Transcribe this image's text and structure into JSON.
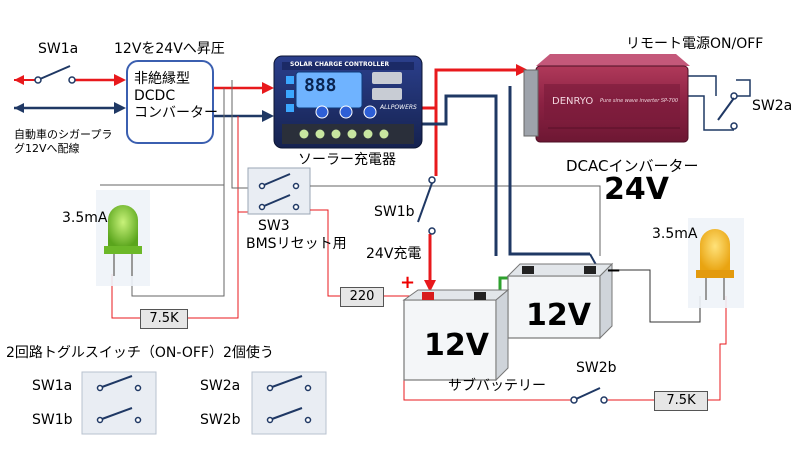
{
  "labels": {
    "sw1a_top": "SW1a",
    "dcdc_note": "12Vを24Vへ昇圧",
    "remote_power": "リモート電源ON/OFF",
    "car_wiring": [
      "自動車のシガープラ",
      "グ12Vへ配線"
    ],
    "dcdc_box": [
      "非絶縁型",
      "DCDC",
      "コンバーター"
    ],
    "solar_controller": "ソーラー充電器",
    "inverter_caption": "DCACインバーター",
    "inverter_voltage": "24V",
    "sw2a_right": "SW2a",
    "led_left_current": "3.5mA",
    "led_right_current": "3.5mA",
    "sw3": "SW3",
    "sw3_note": "BMSリセット用",
    "sw1b": "SW1b",
    "charge_24v": "24V充電",
    "plus_sign": "+",
    "minus_sign": "−",
    "res_220": "220",
    "res_7k5_left": "7.5K",
    "res_7k5_right": "7.5K",
    "battery_front": "12V",
    "battery_back": "12V",
    "sub_battery": "サブバッテリー",
    "sw2b": "SW2b",
    "toggle_note": "2回路トグルスイッチ（ON-OFF）2個使う",
    "legend_sw1a": "SW1a",
    "legend_sw1b": "SW1b",
    "legend_sw2a": "SW2a",
    "legend_sw2b": "SW2b"
  },
  "device_text": {
    "controller_title": "SOLAR CHARGE CONTROLLER",
    "controller_display": "888",
    "controller_brand": "ALLPOWERS",
    "inverter_brand": "DENRYO",
    "inverter_model": "Pure sine wave inverter SP-700"
  },
  "colors": {
    "red_wire": "#e8191c",
    "navy_wire": "#1f3864",
    "green_wire": "#2ea12e",
    "dcdc_border": "#3b5fb0"
  }
}
